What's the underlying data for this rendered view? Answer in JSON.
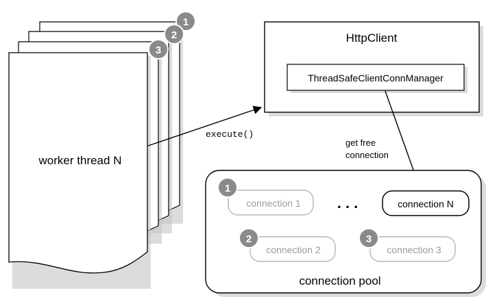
{
  "worker": {
    "label": "worker thread N",
    "badges": [
      "1",
      "2",
      "3"
    ]
  },
  "call": {
    "label": "execute()"
  },
  "client": {
    "title": "HttpClient",
    "manager": "ThreadSafeClientConnManager"
  },
  "request": {
    "label_line1": "get free",
    "label_line2": "connection"
  },
  "pool": {
    "title": "connection pool",
    "ellipsis": ". . .",
    "connections": [
      {
        "badge": "1",
        "label": "connection 1"
      },
      {
        "badge": "2",
        "label": "connection 2"
      },
      {
        "badge": "3",
        "label": "connection 3"
      },
      {
        "badge": "",
        "label": "connection N"
      }
    ]
  },
  "colors": {
    "stroke": "#000000",
    "badge_fill": "#8a8a8a",
    "badge_text": "#ffffff",
    "idle_stroke": "#b5b5b5",
    "idle_text": "#9a9a9a",
    "shadow": "#bdbdbd"
  }
}
